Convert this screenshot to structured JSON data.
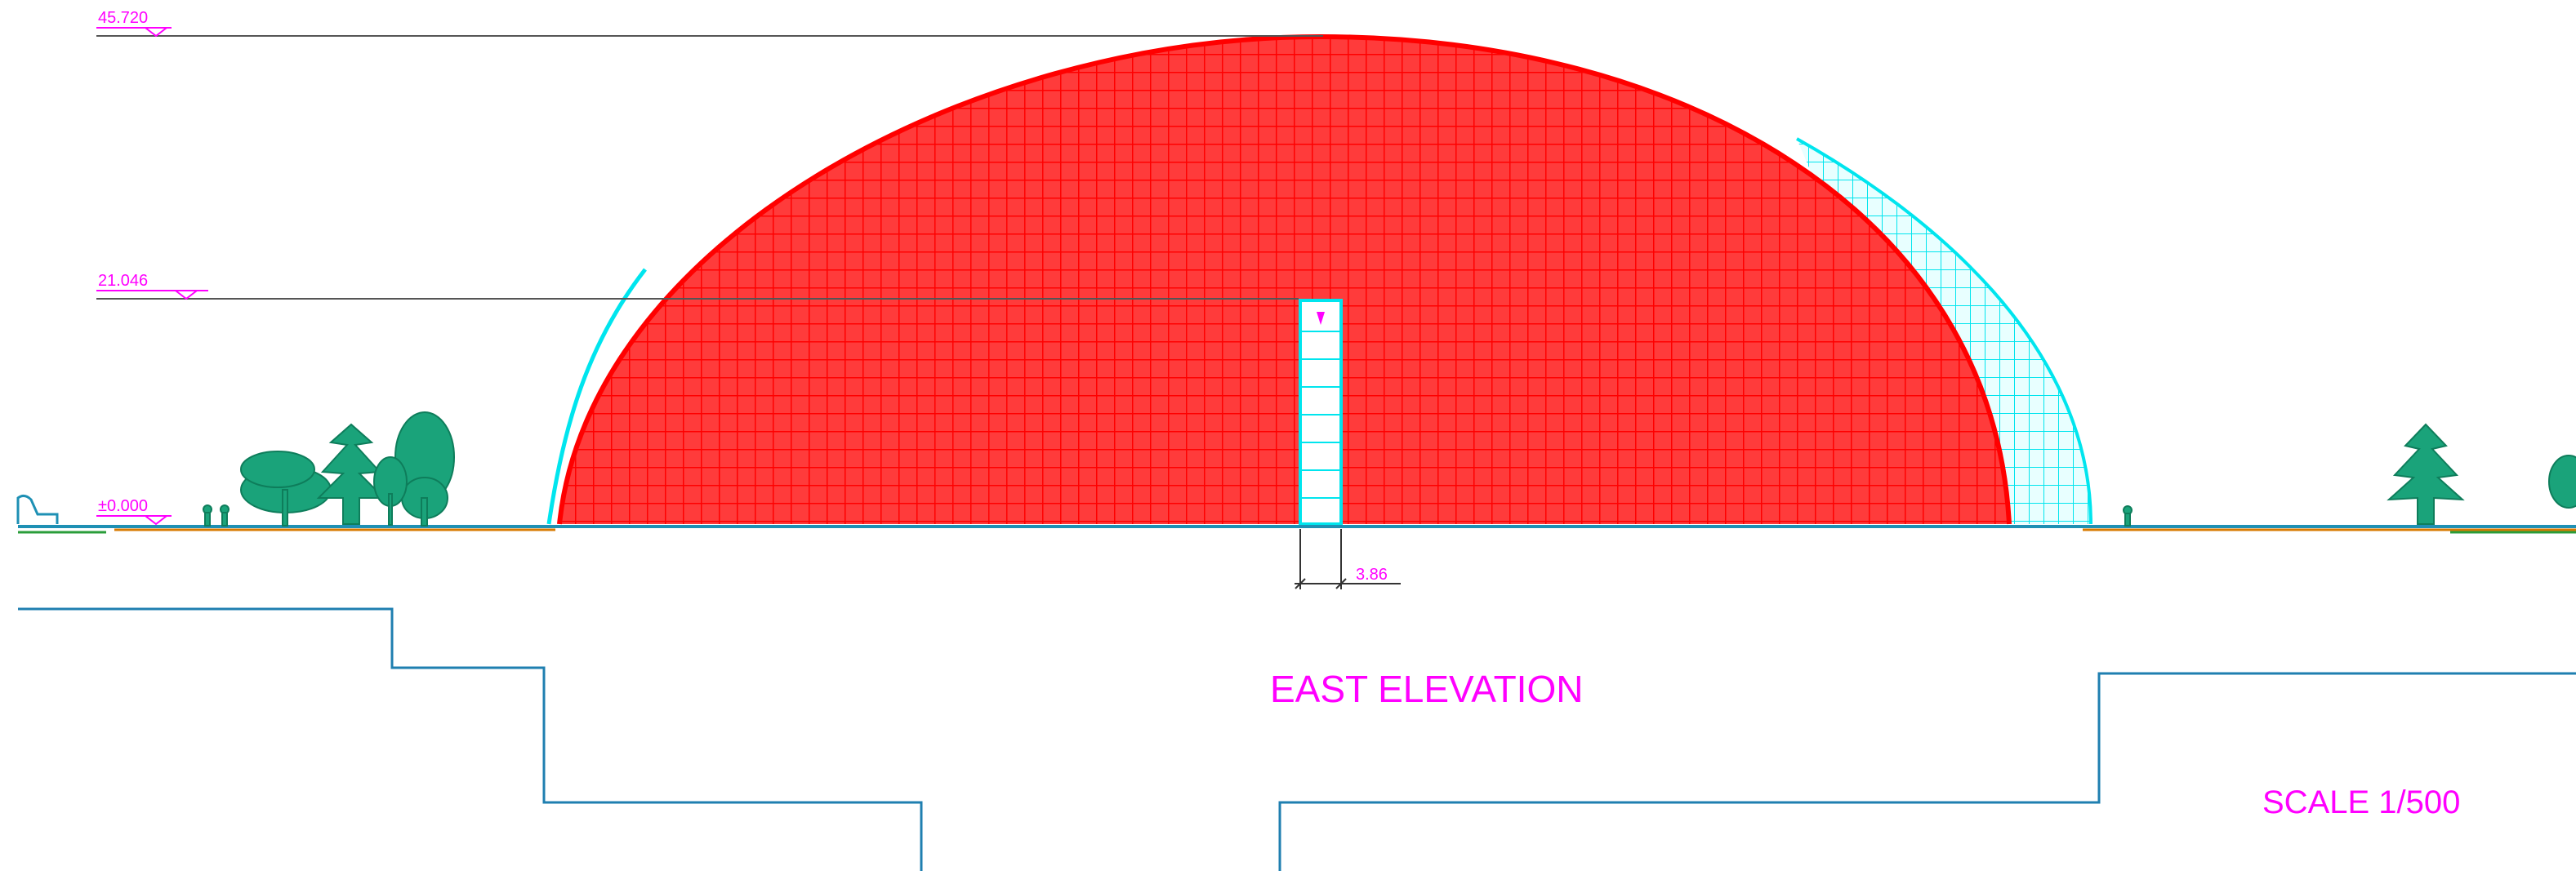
{
  "drawing": {
    "title": "EAST ELEVATION",
    "scale": "SCALE  1/500",
    "levels": {
      "top": "45.720",
      "mid": "21.046",
      "ground": "±0.000"
    },
    "dimension": "3.86"
  },
  "colors": {
    "shell_front": "#ff0000",
    "shell_back": "#00e5ee",
    "annotation": "#ff00ff",
    "ground_line": "#1e90b4",
    "trees": "#1aa37a",
    "section_line": "#1f7fb0"
  }
}
